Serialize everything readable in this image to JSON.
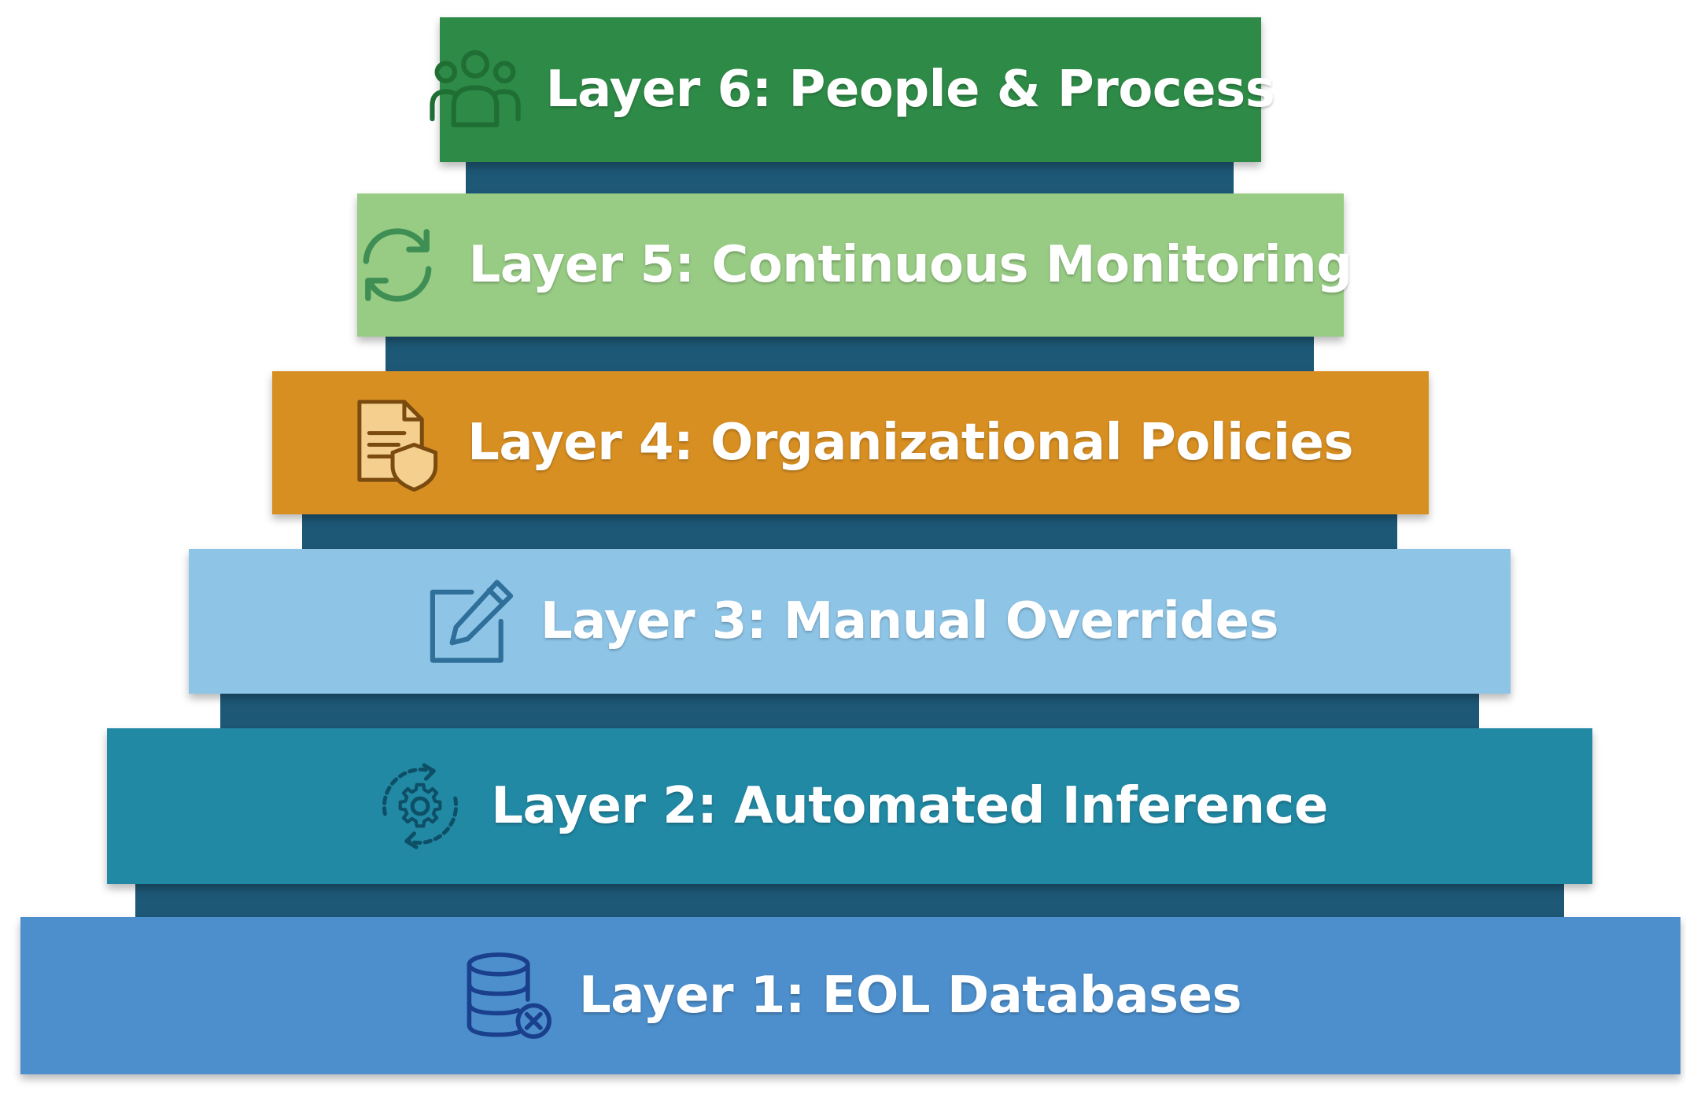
{
  "layers": [
    {
      "number": 6,
      "label": "Layer 6: People & Process",
      "color": "#2e8b47",
      "icon_color": "#1f7a38",
      "icon": "people-icon"
    },
    {
      "number": 5,
      "label": "Layer 5: Continuous Monitoring",
      "color": "#98cc84",
      "icon_color": "#3f8f55",
      "icon": "refresh-cycle-icon"
    },
    {
      "number": 4,
      "label": "Layer 4: Organizational Policies",
      "color": "#d88f22",
      "icon_color": "#f4cf8e",
      "icon": "policy-document-shield-icon"
    },
    {
      "number": 3,
      "label": "Layer 3: Manual Overrides",
      "color": "#8ec5e7",
      "icon_color": "#2f6f9a",
      "icon": "edit-pencil-icon"
    },
    {
      "number": 2,
      "label": "Layer 2: Automated Inference",
      "color": "#2189a4",
      "icon_color": "#0d4f66",
      "icon": "gear-cycle-icon"
    },
    {
      "number": 1,
      "label": "Layer 1: EOL Databases",
      "color": "#4c8fcc",
      "icon_color": "#1a3f8c",
      "icon": "database-remove-icon"
    }
  ],
  "connector_color": "#1d5876"
}
